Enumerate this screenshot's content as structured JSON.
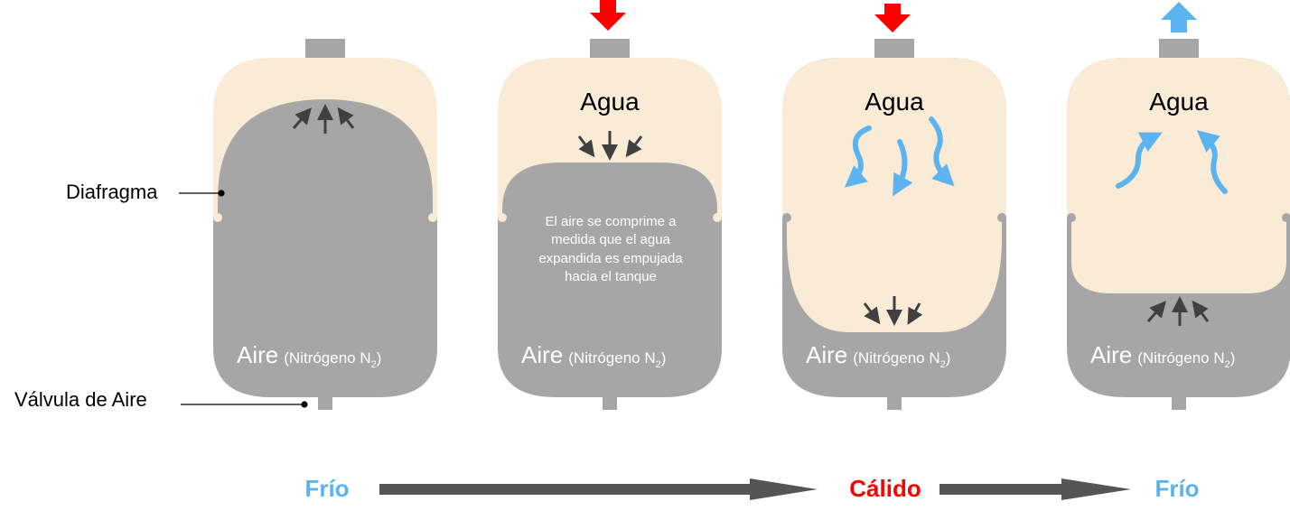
{
  "labels": {
    "diaphragm": "Diafragma",
    "air_valve": "Válvula de Aire"
  },
  "tanks": [
    {
      "water_label": "",
      "gas_label": "Aire",
      "gas_detail": "(Nitrógeno N",
      "gas_subscript": "2",
      "gas_detail_close": ")",
      "note": ""
    },
    {
      "water_label": "Agua",
      "gas_label": "Aire",
      "gas_detail": "(Nitrógeno N",
      "gas_subscript": "2",
      "gas_detail_close": ")",
      "note_lines": [
        "El aire se comprime a",
        "medida que el agua",
        "expandida es empujada",
        "hacia el tanque"
      ]
    },
    {
      "water_label": "Agua",
      "gas_label": "Aire",
      "gas_detail": "(Nitrógeno N",
      "gas_subscript": "2",
      "gas_detail_close": ")",
      "note": ""
    },
    {
      "water_label": "Agua",
      "gas_label": "Aire",
      "gas_detail": "(Nitrógeno N",
      "gas_subscript": "2",
      "gas_detail_close": ")",
      "note": ""
    }
  ],
  "states": {
    "cold_start": "Frío",
    "warm": "Cálido",
    "cold_end": "Frío"
  },
  "colors": {
    "water": "#FAEBD7",
    "air": "#A6A6A6",
    "pipe": "#A6A6A6",
    "inflow_arrow": "#FF0000",
    "outflow_arrow": "#5BB4F0",
    "cold_text": "#5BB4F0",
    "warm_text": "#FF0000",
    "timeline_arrow": "#555555",
    "pressure_arrow": "#404040"
  }
}
